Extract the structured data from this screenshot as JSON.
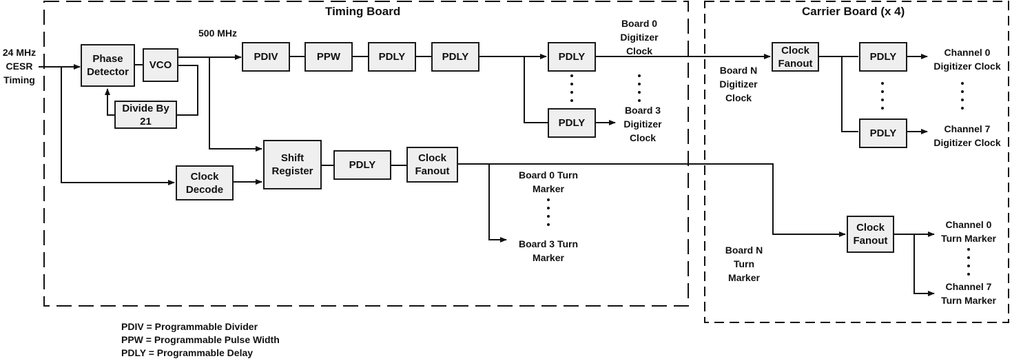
{
  "timing_board": {
    "title": "Timing Board",
    "input_label": "24 MHz\nCESR\nTiming",
    "freq_label": "500 MHz",
    "blocks": {
      "phase_detector": "Phase\nDetector",
      "vco": "VCO",
      "divide_by": "Divide By\n21",
      "pdiv": "PDIV",
      "ppw": "PPW",
      "pdly_1": "PDLY",
      "pdly_2": "PDLY",
      "pdly_board0": "PDLY",
      "pdly_board3": "PDLY",
      "clock_decode": "Clock\nDecode",
      "shift_register": "Shift\nRegister",
      "pdly_marker": "PDLY",
      "clock_fanout": "Clock\nFanout"
    },
    "outputs": {
      "board0_clock": "Board 0\nDigitizer\nClock",
      "board3_clock": "Board 3\nDigitizer\nClock",
      "board0_marker": "Board 0 Turn\nMarker",
      "board3_marker": "Board 3 Turn\nMarker"
    }
  },
  "carrier_board": {
    "title": "Carrier Board (x 4)",
    "inputs": {
      "board_n_clock": "Board N\nDigitizer\nClock",
      "board_n_marker": "Board N\nTurn\nMarker"
    },
    "blocks": {
      "clock_fanout_clock": "Clock\nFanout",
      "pdly_ch0": "PDLY",
      "pdly_ch7": "PDLY",
      "clock_fanout_marker": "Clock\nFanout"
    },
    "outputs": {
      "ch0_clock": "Channel 0\nDigitizer Clock",
      "ch7_clock": "Channel 7\nDigitizer Clock",
      "ch0_marker": "Channel 0\nTurn Marker",
      "ch7_marker": "Channel 7\nTurn Marker"
    }
  },
  "legend": [
    "PDIV = Programmable Divider",
    "PPW = Programmable Pulse Width",
    "PDLY = Programmable Delay"
  ]
}
